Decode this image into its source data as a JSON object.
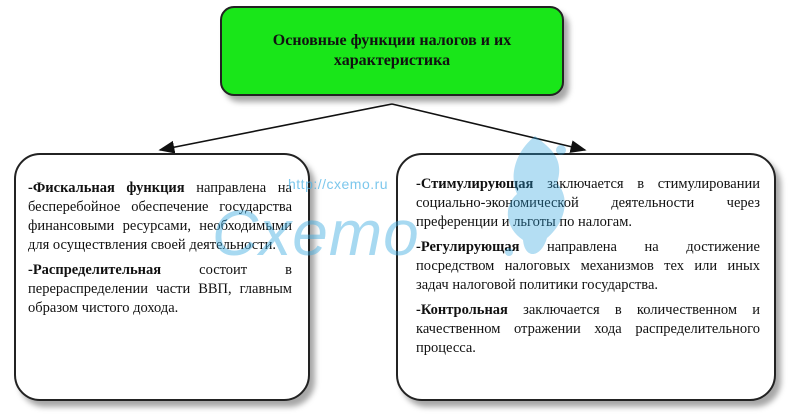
{
  "title": "Основные функции налогов и их характеристика",
  "left_panel": {
    "items": [
      {
        "term": "-Фискальная функция",
        "text": " направлена на бесперебойное обеспечение государства финансовыми ресурсами, необходимыми для осуществления своей деятельности."
      },
      {
        "term": "-Распределительная",
        "text": " состоит в перераспределении части ВВП, главным образом чистого дохода."
      }
    ]
  },
  "right_panel": {
    "items": [
      {
        "term": "-Стимулирующая",
        "text": " заключается в стимулировании социально-экономической деятельности через преференции и льготы по налогам."
      },
      {
        "term": "-Регулирующая",
        "text": " направлена на достижение посредством налоговых механизмов тех или иных задач налоговой политики государства."
      },
      {
        "term": "-Контрольная",
        "text": " заключается в количественном и качественном отражении хода распределительного процесса."
      }
    ]
  },
  "watermark": {
    "url": "http://cxemo.ru",
    "logo": "Cxemo"
  }
}
